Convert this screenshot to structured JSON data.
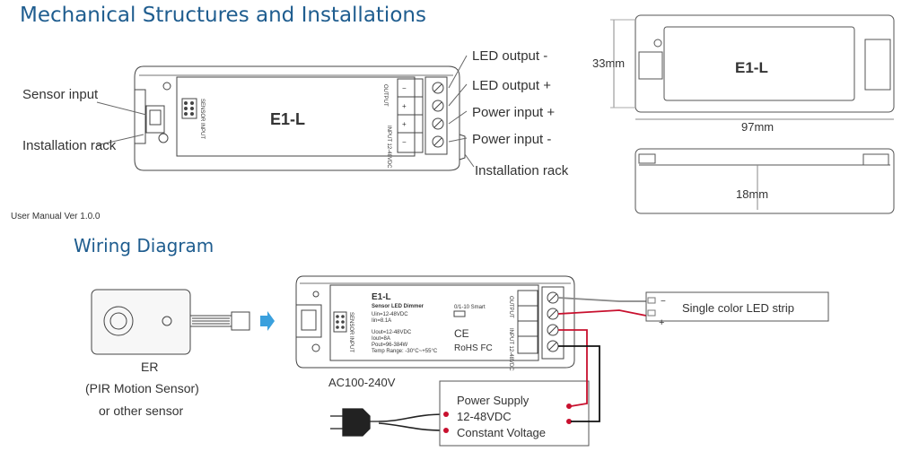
{
  "titles": {
    "mechanical": "Mechanical Structures and Installations",
    "wiring": "Wiring Diagram"
  },
  "mechanical": {
    "model": "E1-L",
    "left_labels": [
      "Sensor input",
      "Installation rack"
    ],
    "right_labels": [
      "LED output -",
      "LED output +",
      "Power input +",
      "Power input -",
      "Installation rack"
    ],
    "sensor_port_text": "SENSOR INPUT",
    "output_text": "OUTPUT",
    "input_text": "INPUT 12-48VDC",
    "faded_text": "User Manual Ver 1.0.0"
  },
  "dimensions": {
    "top_model": "E1-L",
    "height": "33mm",
    "length": "97mm",
    "depth": "18mm"
  },
  "wiring": {
    "sensor_caption": [
      "ER",
      "(PIR Motion Sensor)",
      "or other sensor"
    ],
    "dimmer": {
      "model": "E1-L",
      "subtitle": "Sensor LED Dimmer",
      "specs": [
        "Uin=12-48VDC",
        "Iin=8.1A",
        "",
        "Uout=12-48VDC",
        "Iout=8A",
        "Pout=96-384W",
        "Temp Range: -30°C~+55°C"
      ],
      "ce": "CE",
      "rohs": "RoHS FC",
      "mode_text": "0/1-10 Smart",
      "port_text": "SENSOR INPUT",
      "output_text": "OUTPUT",
      "input_text": "INPUT 12-48VDC"
    },
    "ac_label": "AC100-240V",
    "power_supply": [
      "Power Supply",
      "12-48VDC",
      "Constant Voltage"
    ],
    "led_strip": "Single color LED strip",
    "strip_minus": "−",
    "strip_plus": "+"
  }
}
